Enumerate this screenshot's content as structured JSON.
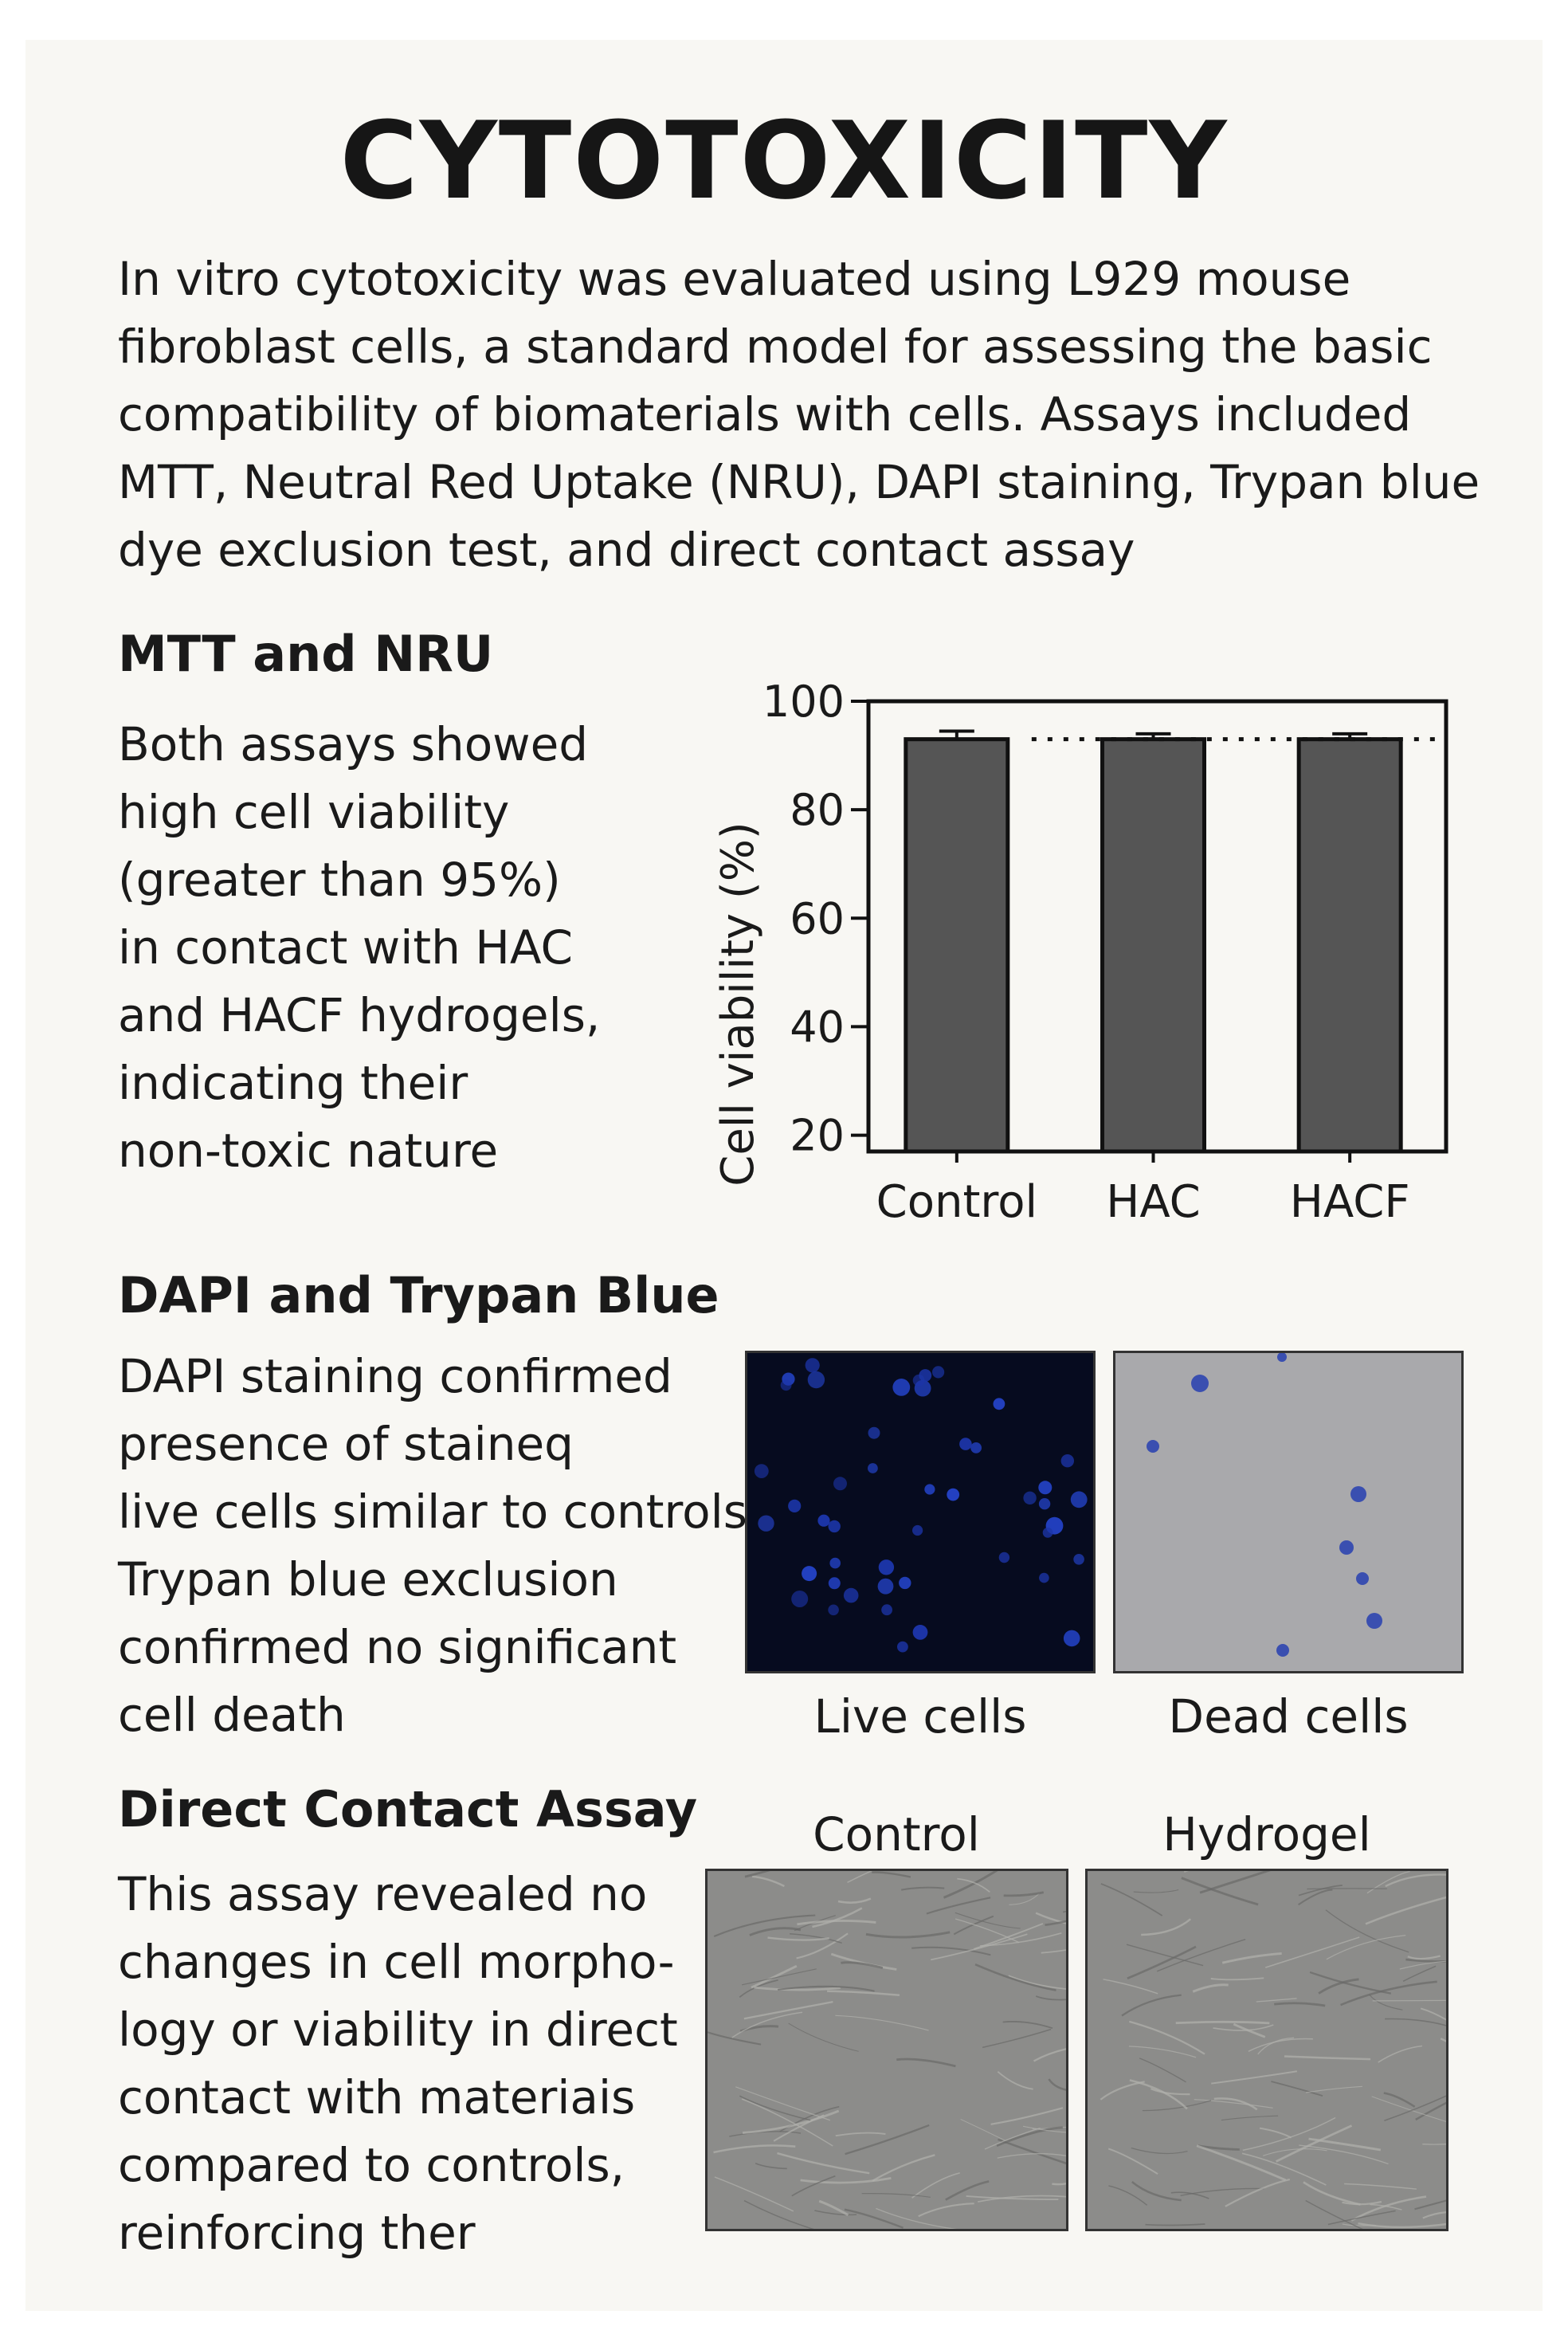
{
  "title": "CYTOTOXICITY",
  "intro": "In vitro cytotoxicity was evaluated using L929 mouse fibroblast cells, a standard model for assessing the basic compatibility of biomaterials with cells. Assays included MTT, Neutral Red Uptake (NRU), DAPI staining, Trypan blue dye exclusion test, and direct contact assay",
  "sections": {
    "mtt": {
      "heading": "MTT and NRU",
      "lines": [
        "Both assays showed",
        "high cell viability",
        "(greater than 95%)",
        "in contact with HAC",
        "and HACF hydrogels,",
        "indicating their",
        "non-toxic nature"
      ]
    },
    "dapi": {
      "heading": "DAPI and Trypan Blue",
      "lines": [
        "DAPI staining confirmed",
        "presence of staineq",
        "live cells similar to controls",
        "Trypan blue exclusion",
        "confirmed no significant",
        "cell death"
      ],
      "image_labels": [
        "Live cells",
        "Dead cells"
      ]
    },
    "contact": {
      "heading": "Direct Contact Assay",
      "lines": [
        "This assay revealed no",
        "changes in cell morpho-",
        "logy or viability in direct",
        "contact with materiais",
        "compared to controls,",
        "reinforcing ther"
      ],
      "image_labels": [
        "Control",
        "Hydrogel"
      ]
    }
  },
  "chart_data": {
    "type": "bar",
    "categories": [
      "Control",
      "HAC",
      "HACF"
    ],
    "values": [
      93,
      93,
      93
    ],
    "errors": [
      1.5,
      1,
      1
    ],
    "reference_line": 93,
    "ylabel": "Cell viability (%)",
    "ylim": [
      17,
      100
    ],
    "yticks": [
      20,
      40,
      60,
      80,
      100
    ],
    "colors": {
      "bar": "#555555",
      "edge": "#111111"
    }
  }
}
